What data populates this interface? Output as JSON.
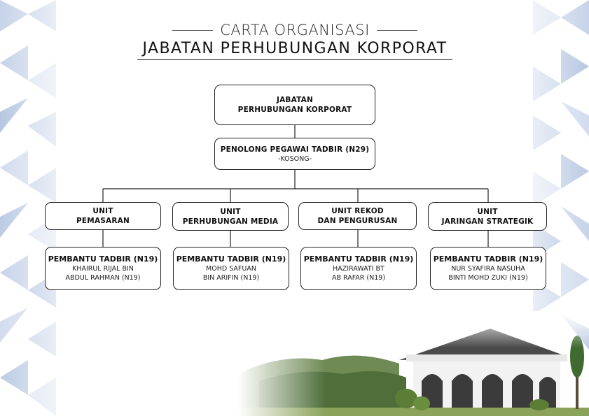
{
  "title": {
    "top": "CARTA ORGANISASI",
    "main": "JABATAN PERHUBUNGAN KORPORAT"
  },
  "root": {
    "line1": "JABATAN",
    "line2": "PERHUBUNGAN KORPORAT"
  },
  "assistant": {
    "title": "PENOLONG PEGAWAI TADBIR (N29)",
    "status": "-KOSONG-"
  },
  "units": [
    {
      "line1": "UNIT",
      "line2": "PEMASARAN",
      "staff": {
        "title": "PEMBANTU TADBIR (N19)",
        "name1": "KHAIRUL RIJAL BIN",
        "name2": "ABDUL RAHMAN (N19)"
      }
    },
    {
      "line1": "UNIT",
      "line2": "PERHUBUNGAN MEDIA",
      "staff": {
        "title": "PEMBANTU TADBIR (N19)",
        "name1": "MOHD SAFUAN",
        "name2": "BIN ARIFIN (N19)"
      }
    },
    {
      "line1": "UNIT REKOD",
      "line2": "DAN PENGURUSAN",
      "staff": {
        "title": "PEMBANTU TADBIR (N19)",
        "name1": "HAZIRAWATI BT",
        "name2": "AB RAFAR (N19)"
      }
    },
    {
      "line1": "UNIT",
      "line2": "JARINGAN STRATEGIK",
      "staff": {
        "title": "PEMBANTU TADBIR (N19)",
        "name1": "NUR SYAFIRA NASUHA",
        "name2": "BINTI MOHD ZUKI (N19)"
      }
    }
  ],
  "colors": {
    "line": "#222222",
    "pattern_blue": "#c9d6ea",
    "pattern_light": "#e8eef7"
  }
}
